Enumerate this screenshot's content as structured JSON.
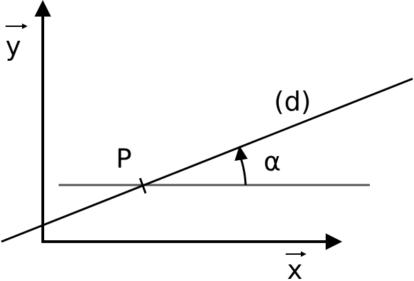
{
  "diagram": {
    "line_label": "(d)",
    "point_label": "P",
    "angle_label": "α",
    "x_axis_label": "x",
    "y_axis_label": "y",
    "colors": {
      "axes": "#000000",
      "line_d": "#000000",
      "horizontal_line": "#555555",
      "angle_arc": "#000000",
      "text": "#000000"
    }
  }
}
